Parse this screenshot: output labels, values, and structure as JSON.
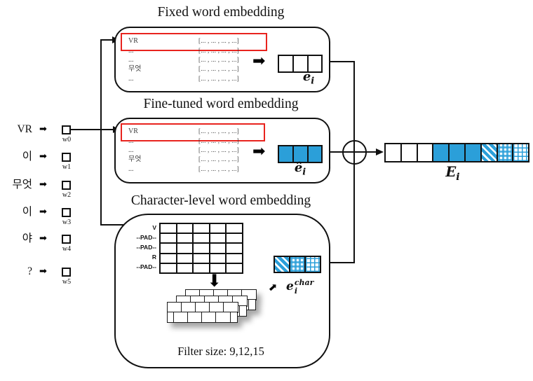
{
  "diagram": {
    "title_fixed": "Fixed word embedding",
    "title_finetuned": "Fine-tuned word embedding",
    "title_char": "Character-level word embedding",
    "filter_text": "Filter size: 9,12,15",
    "labels": {
      "e_fixed": {
        "base": "e",
        "sub": "i"
      },
      "e_finetuned": {
        "base": "ê",
        "sub": "i"
      },
      "e_char": {
        "base": "e",
        "sub": "i",
        "sup": "char"
      },
      "e_concat": {
        "base": "E",
        "sub": "i"
      }
    }
  },
  "tokens": [
    {
      "text": "VR",
      "label": "w0"
    },
    {
      "text": "이",
      "label": "w1"
    },
    {
      "text": "무엇",
      "label": "w2"
    },
    {
      "text": "이",
      "label": "w3"
    },
    {
      "text": "야",
      "label": "w4"
    },
    {
      "text": "?",
      "label": "w5"
    }
  ],
  "embedding_rows": [
    {
      "word": "VR",
      "vector": "[... , ... , ... , ...]",
      "highlighted": true
    },
    {
      "word": "...",
      "vector": "[... , ... , ... , ...]",
      "highlighted": false
    },
    {
      "word": "...",
      "vector": "[... , ... , ... , ...]",
      "highlighted": false
    },
    {
      "word": "무엇",
      "vector": "[... , ... , ... , ...]",
      "highlighted": false
    },
    {
      "word": "...",
      "vector": "[... , ... , ... , ...]",
      "highlighted": false
    }
  ],
  "char_grid": {
    "row_labels": [
      "V",
      "--PAD--",
      "--PAD--",
      "R",
      "--PAD--"
    ],
    "rows": 5,
    "cols": 5
  },
  "vectors": {
    "e_fixed_cells": [
      "white",
      "white",
      "white"
    ],
    "e_finetuned_cells": [
      "blue",
      "blue",
      "blue"
    ],
    "e_char_cells": [
      "stripe",
      "dots",
      "grid"
    ],
    "e_concat_cells": [
      "white",
      "white",
      "white",
      "blue",
      "blue",
      "blue",
      "stripe",
      "dots",
      "grid"
    ]
  },
  "colors": {
    "blue": "#2B9FD9",
    "red": "#E8231E",
    "line": "#111111"
  }
}
